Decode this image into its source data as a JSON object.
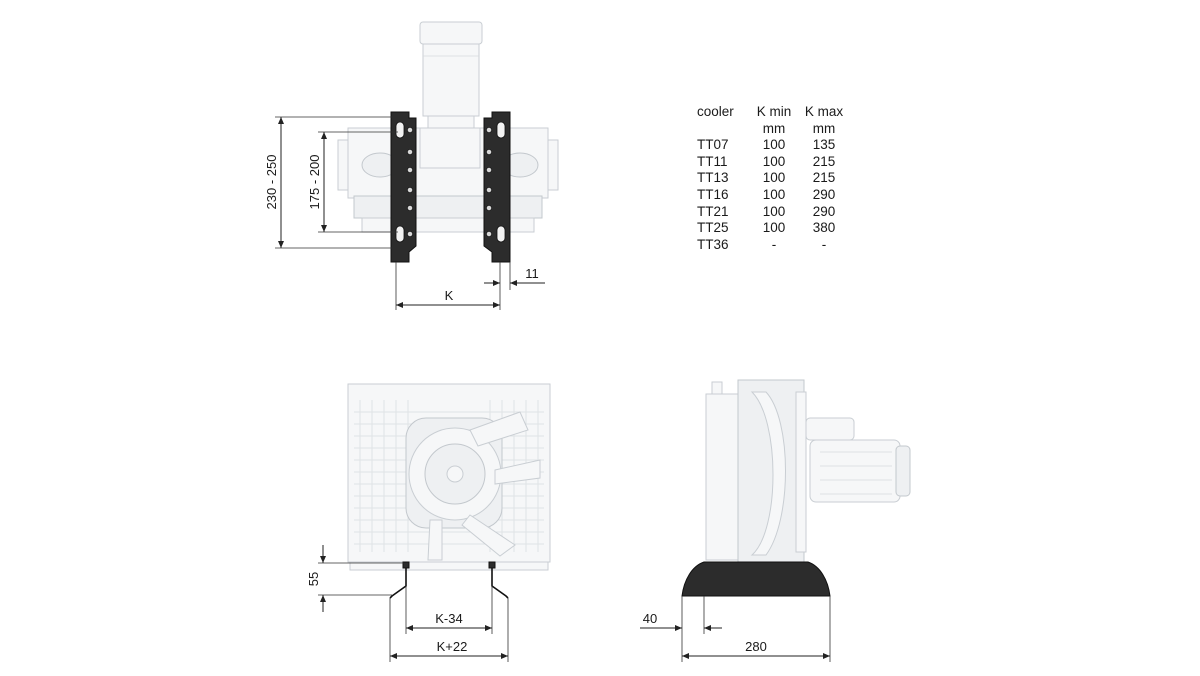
{
  "table": {
    "headers": [
      "cooler",
      "K min",
      "K max"
    ],
    "units": [
      "",
      "mm",
      "mm"
    ],
    "rows": [
      [
        "TT07",
        "100",
        "135"
      ],
      [
        "TT11",
        "100",
        "215"
      ],
      [
        "TT13",
        "100",
        "215"
      ],
      [
        "TT16",
        "100",
        "290"
      ],
      [
        "TT21",
        "100",
        "290"
      ],
      [
        "TT25",
        "100",
        "380"
      ],
      [
        "TT36",
        "-",
        "-"
      ]
    ]
  },
  "dimensions": {
    "outer_height": "230 - 250",
    "inner_height": "175 - 200",
    "offset": "11",
    "spacing": "K",
    "leg_height": "55",
    "inner_width": "K-34",
    "outer_width": "K+22",
    "side_offset": "40",
    "base_length": "280"
  },
  "colors": {
    "bracket": "#2c2c2c",
    "ghost_outline": "#c9ced3",
    "dimension_line": "#222222"
  }
}
